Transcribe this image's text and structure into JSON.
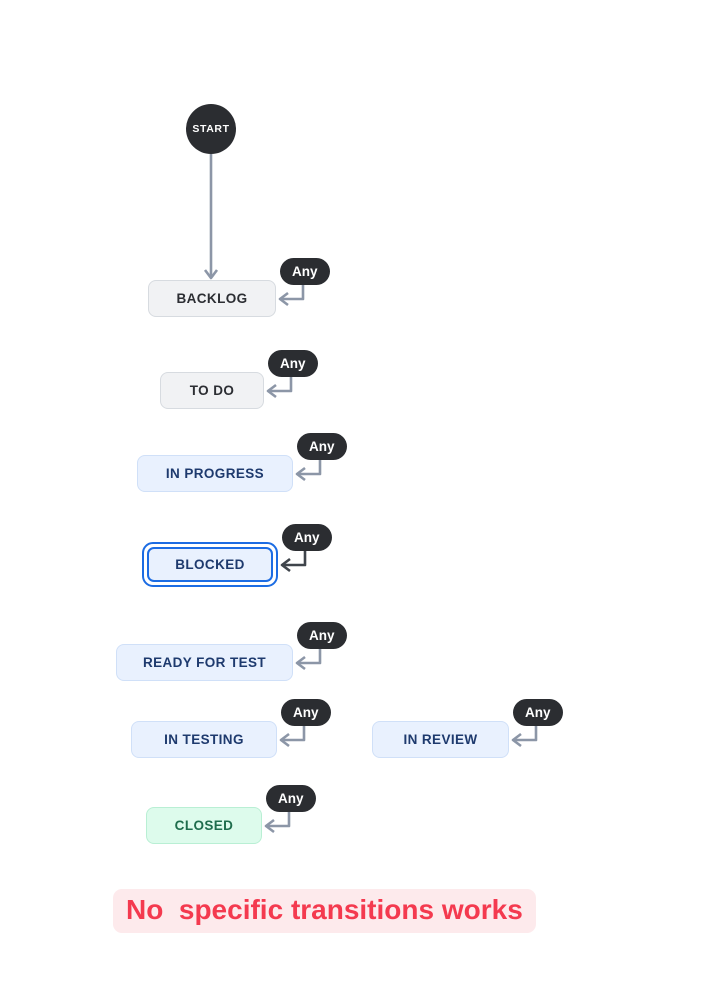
{
  "diagram": {
    "start_label": "START",
    "any_label": "Any",
    "statuses": [
      {
        "label": "BACKLOG",
        "category": "gray",
        "selected": false
      },
      {
        "label": "TO DO",
        "category": "gray",
        "selected": false
      },
      {
        "label": "IN PROGRESS",
        "category": "blue",
        "selected": false
      },
      {
        "label": "BLOCKED",
        "category": "blue",
        "selected": true
      },
      {
        "label": "READY FOR TEST",
        "category": "blue",
        "selected": false
      },
      {
        "label": "IN TESTING",
        "category": "blue",
        "selected": false
      },
      {
        "label": "IN REVIEW",
        "category": "blue",
        "selected": false
      },
      {
        "label": "CLOSED",
        "category": "green",
        "selected": false
      }
    ],
    "note": "No  specific transitions works"
  },
  "colors": {
    "node_dark": "#2b2d31",
    "gray_bg": "#f1f2f4",
    "gray_border": "#d7dbe0",
    "gray_text": "#2c2e33",
    "blue_bg": "#e9f1fe",
    "blue_border": "#d0e0f8",
    "blue_text": "#1e3a6e",
    "green_bg": "#ddfbec",
    "green_border": "#b9efd4",
    "green_text": "#1f6d4d",
    "arrow_gray": "#8c96a7",
    "arrow_selected": "#3f444b",
    "selected_ring": "#1c6ce3",
    "note_text": "#f43a4f",
    "note_bg": "#fdeaec"
  }
}
